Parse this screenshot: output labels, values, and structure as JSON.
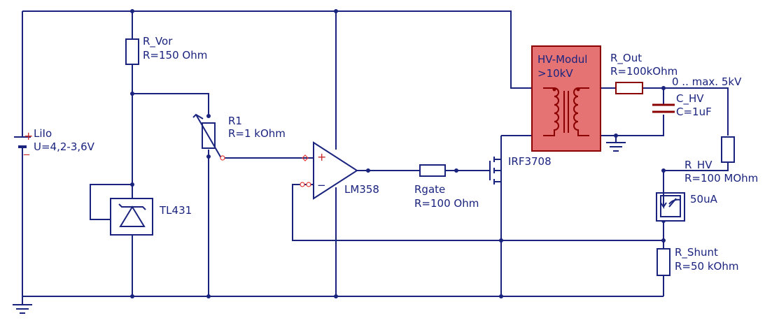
{
  "components": {
    "battery": {
      "name": "LiIo",
      "value": "U=4,2-3,6V"
    },
    "r_vor": {
      "name": "R_Vor",
      "value": "R=150 Ohm"
    },
    "r1": {
      "name": "R1",
      "value": "R=1 kOhm"
    },
    "tl431": {
      "name": "TL431"
    },
    "opamp": {
      "name": "LM358",
      "plus": "+",
      "minus": "−"
    },
    "rgate": {
      "name": "Rgate",
      "value": "R=100 Ohm"
    },
    "mosfet": {
      "name": "IRF3708"
    },
    "hv_module": {
      "name": "HV-Modul",
      "value": ">10kV"
    },
    "r_out": {
      "name": "R_Out",
      "value": "R=100kOhm"
    },
    "c_hv": {
      "name": "C_HV",
      "value": "C=1uF"
    },
    "output_label": "0 .. max. 5kV",
    "r_hv": {
      "name": "R_HV",
      "value": "R=100 MOhm"
    },
    "meter": {
      "value": "50uA"
    },
    "r_shunt": {
      "name": "R_Shunt",
      "value": "R=50 kOhm"
    },
    "battery_plus": "+",
    "battery_minus": "_"
  },
  "colors": {
    "wire": "#1a237e",
    "hv_module_fill": "#e57373",
    "hv_module_stroke": "#8b0000",
    "pin": "#e53935"
  }
}
